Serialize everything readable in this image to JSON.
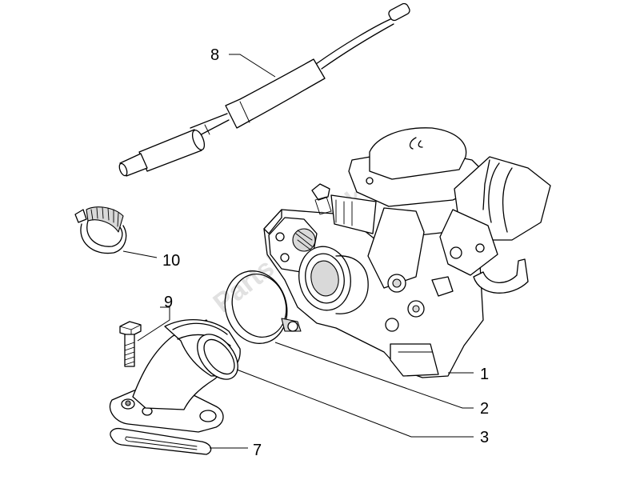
{
  "diagram": {
    "watermark": "PartsRepublik",
    "callouts": [
      {
        "id": "1",
        "label": "1",
        "part": "carburetor"
      },
      {
        "id": "2",
        "label": "2",
        "part": "hose-clamp"
      },
      {
        "id": "3",
        "label": "3",
        "part": "intake-manifold"
      },
      {
        "id": "7",
        "label": "7",
        "part": "gasket"
      },
      {
        "id": "8",
        "label": "8",
        "part": "throttle-cable"
      },
      {
        "id": "9",
        "label": "9",
        "part": "bolt"
      },
      {
        "id": "10",
        "label": "10",
        "part": "clamp"
      }
    ],
    "icons": {
      "watermark_gear": "gear-icon"
    },
    "colors": {
      "line": "#000000",
      "shade": "#d9d9d9",
      "dark": "#9a9a9a",
      "watermark": "#c9c9c9"
    }
  }
}
